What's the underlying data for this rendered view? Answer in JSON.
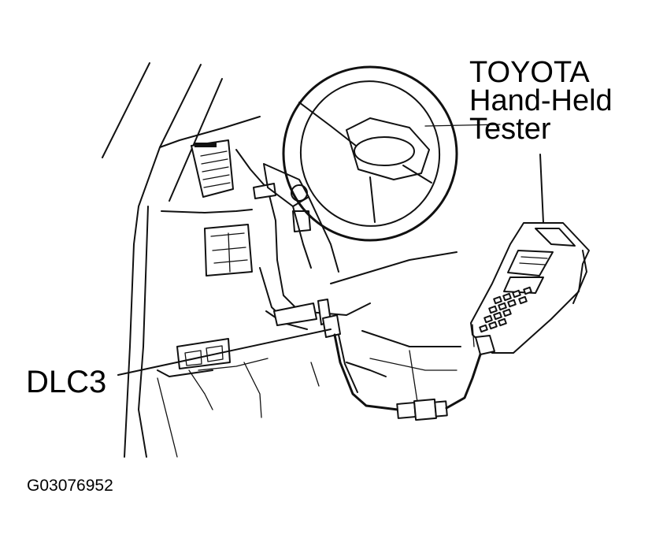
{
  "labels": {
    "tester": [
      "TOYOTA",
      "Hand-Held",
      "Tester"
    ],
    "connector": "DLC3",
    "figure_code": "G03076952"
  },
  "colors": {
    "line": "#111111",
    "background": "#ffffff"
  }
}
